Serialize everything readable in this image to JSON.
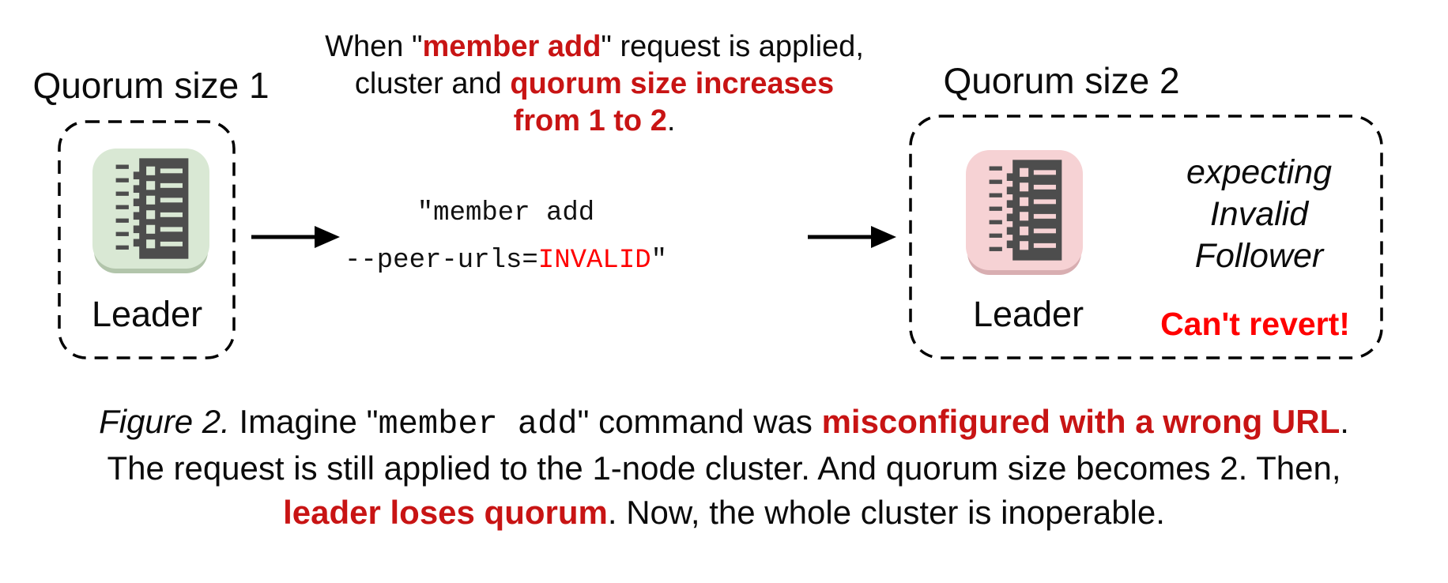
{
  "colors": {
    "dark_red": "#c81414",
    "bright_red": "#ff0000",
    "node_green": "#d9e8d4",
    "node_green_shadow": "#b2c5ab",
    "node_pink": "#f6d2d4",
    "node_pink_shadow": "#d8aeb1",
    "glyph_gray": "#4d4d4d"
  },
  "left_cluster": {
    "title": "Quorum size 1",
    "node_label": "Leader",
    "icon": "ledger-icon"
  },
  "top_note": {
    "line1_pre": "When \"",
    "line1_em": "member add",
    "line1_post": "\" request is applied,",
    "line2_pre": "cluster and ",
    "line2_em": "quorum size increases",
    "line3_em": "from 1 to 2",
    "line3_post": "."
  },
  "command": {
    "line1": "\"member add",
    "line2_pre": "--peer-urls=",
    "line2_invalid": "INVALID",
    "line2_post": "\""
  },
  "right_cluster": {
    "title": "Quorum size 2",
    "node_label": "Leader",
    "icon": "ledger-icon",
    "expecting": [
      "expecting",
      "Invalid",
      "Follower"
    ],
    "warning": "Can't revert!"
  },
  "caption": {
    "figure_label": "Figure 2.",
    "line1_s2": " Imagine \"",
    "line1_mono": "member add",
    "line1_s4": "\" command was ",
    "line1_em": "misconfigured with a wrong URL",
    "line1_end": ".",
    "line2": "The request is still applied to the 1-node cluster. And quorum size becomes 2. Then,",
    "line3_em": "leader loses quorum",
    "line3_end": ". Now, the whole cluster is inoperable."
  }
}
